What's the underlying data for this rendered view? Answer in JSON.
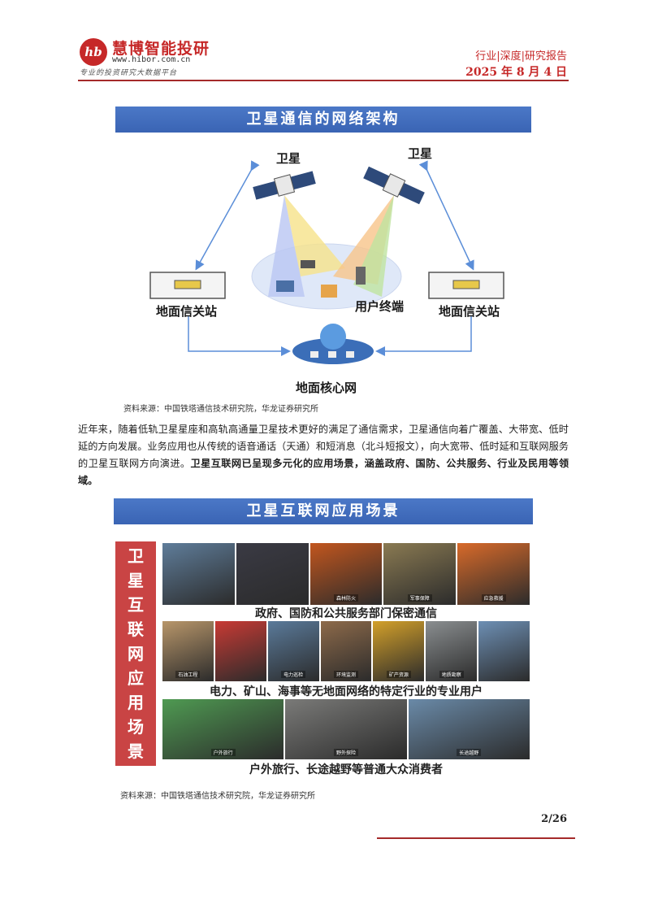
{
  "header": {
    "logo_mark": "hb",
    "brand_name": "慧博智能投研",
    "url": "www.hibor.com.cn",
    "slogan": "专业的投资研究大数据平台",
    "category": "行业|深度|研究报告",
    "date": "2025 年 8 月 4 日"
  },
  "figure1": {
    "title": "卫星通信的网络架构",
    "labels": {
      "sat_left": "卫星",
      "sat_right": "卫星",
      "station_left": "地面信关站",
      "station_right": "地面信关站",
      "user_terminal": "用户终端",
      "core_network": "地面核心网"
    },
    "source": "资料来源：中国铁塔通信技术研究院，华龙证券研究所"
  },
  "paragraph": {
    "text": "近年来，随着低轨卫星星座和高轨高通量卫星技术更好的满足了通信需求，卫星通信向着广覆盖、大带宽、低时延的方向发展。业务应用也从传统的语音通话（天通）和短消息（北斗短报文），向大宽带、低时延和互联网服务的卫星互联网方向演进。",
    "bold": "卫星互联网已呈现多元化的应用场景，涵盖政府、国防、公共服务、行业及民用等领域。"
  },
  "figure2": {
    "title": "卫星互联网应用场景",
    "side_label": [
      "卫",
      "星",
      "互",
      "联",
      "网",
      "应",
      "用",
      "场",
      "景"
    ],
    "rows": [
      {
        "caption": "政府、国防和公共服务部门保密通信",
        "photos": [
          {
            "label": "",
            "color": "#5f7d9a"
          },
          {
            "label": "",
            "color": "#3a3a44"
          },
          {
            "label": "森林防火",
            "color": "#c2561e"
          },
          {
            "label": "军事保障",
            "color": "#8a7a52"
          },
          {
            "label": "应急救援",
            "color": "#d86a2a"
          }
        ]
      },
      {
        "caption": "电力、矿山、海事等无地面网络的特定行业的专业用户",
        "photos": [
          {
            "label": "石油工程",
            "color": "#b8966a"
          },
          {
            "label": "",
            "color": "#c83a34"
          },
          {
            "label": "电力巡检",
            "color": "#5a7a9a"
          },
          {
            "label": "环境监测",
            "color": "#8d6a4a"
          },
          {
            "label": "矿产资源",
            "color": "#d3a02a"
          },
          {
            "label": "地质勘察",
            "color": "#8a8e90"
          },
          {
            "label": "",
            "color": "#6d8fb4"
          }
        ]
      },
      {
        "caption": "户外旅行、长途越野等普通大众消费者",
        "photos": [
          {
            "label": "户外旅行",
            "color": "#4f9a52"
          },
          {
            "label": "野外探险",
            "color": "#7a7a78"
          },
          {
            "label": "长途越野",
            "color": "#6a8aa8"
          }
        ]
      }
    ],
    "source": "资料来源：中国铁塔通信技术研究院，华龙证券研究所"
  },
  "footer": {
    "page": "2/26"
  },
  "colors": {
    "brand_red": "#c62828",
    "banner_blue": "#3f6dbd",
    "rule": "#a52a2a"
  }
}
